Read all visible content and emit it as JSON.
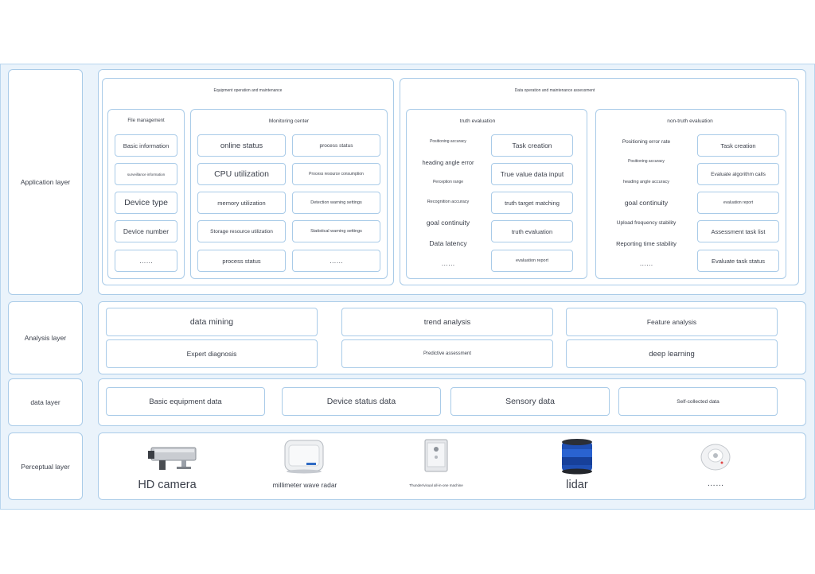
{
  "layers": {
    "application": "Application layer",
    "analysis": "Analysis layer",
    "data": "data layer",
    "perceptual": "Perceptual layer"
  },
  "equipment": {
    "title": "Equipment operation and maintenance",
    "file_management": {
      "title": "File management",
      "items": [
        "Basic information",
        "surveillance information",
        "Device type",
        "Device number",
        "……"
      ]
    },
    "monitoring_center": {
      "title": "Monitoring center",
      "left": [
        "online status",
        "CPU utilization",
        "memory utilization",
        "Storage resource utilization",
        "process status"
      ],
      "right": [
        "process status",
        "Process resource consumption",
        "Detection warning settings",
        "Statistical warning settings",
        "……"
      ]
    }
  },
  "assessment": {
    "title": "Data operation and maintenance assessment",
    "truth": {
      "title": "truth evaluation",
      "metrics": [
        "Positioning accuracy",
        "heading angle error",
        "Perception range",
        "Recognition accuracy",
        "goal continuity",
        "Data latency",
        "……"
      ],
      "actions": [
        "Task creation",
        "True value data input",
        "truth target matching",
        "truth evaluation",
        "evaluation report"
      ]
    },
    "non_truth": {
      "title": "non-truth evaluation",
      "metrics": [
        "Positioning error rate",
        "Positioning accuracy",
        "heading angle accuracy",
        "goal continuity",
        "Upload frequency stability",
        "Reporting time stability",
        "……"
      ],
      "actions": [
        "Task creation",
        "Evaluate algorithm calls",
        "evaluation report",
        "Assessment task list",
        "Evaluate task status"
      ]
    }
  },
  "analysis": [
    "data mining",
    "trend analysis",
    "Feature analysis",
    "Expert diagnosis",
    "Predictive assessment",
    "deep learning"
  ],
  "data": [
    "Basic equipment data",
    "Device status data",
    "Sensory data",
    "Self-collected data"
  ],
  "perceptual": [
    "HD camera",
    "millimeter wave radar",
    "Thunder/visual all-in-one machine",
    "lidar",
    "……"
  ],
  "colors": {
    "frame_bg": "#eaf3fb",
    "border": "#a9cbe8",
    "lidar_blue": "#1f4fb3"
  }
}
